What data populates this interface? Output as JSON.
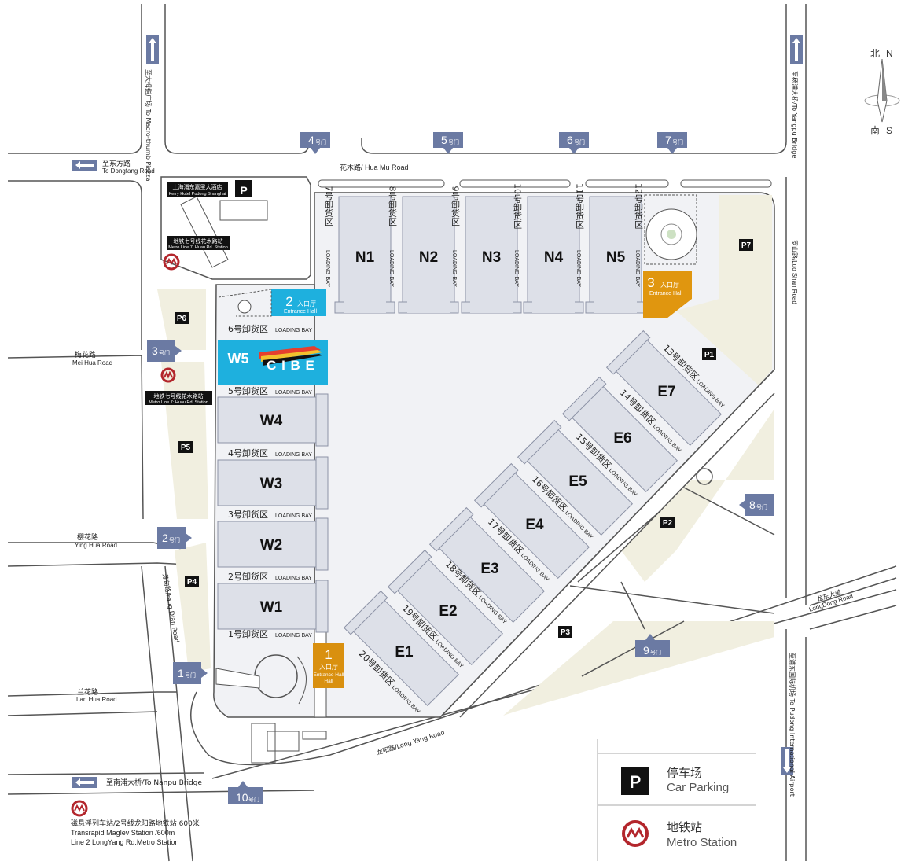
{
  "compass": {
    "north_cn": "北",
    "north_en": "N",
    "south_cn": "南",
    "south_en": "S"
  },
  "roads": {
    "hua_mu": "花木路/ Hua Mu Road",
    "luo_shan": "罗山路/Luo Shan Road",
    "mei_hua_cn": "梅花路",
    "mei_hua_en": "Mei Hua Road",
    "ying_hua_cn": "樱花路",
    "ying_hua_en": "Ying Hua Road",
    "lan_hua_cn": "兰花路",
    "lan_hua_en": "Lan Hua Road",
    "fang_dian": "芳甸路/Fang Dian Road",
    "long_yang": "龙阳路/Long Yang Road",
    "longdong_cn": "龙东大道",
    "longdong_en": "LongDong Road"
  },
  "directions": {
    "dongfang_cn": "至东方路",
    "dongfang_en": "To Dongfang Road",
    "nanpu": "至南浦大桥/To Nanpu Bridge",
    "macro": "至大拇指广场 To Macro-thumb Piazza",
    "yangpu": "至杨浦大桥/To Yangpu Bridge",
    "pudong_airport": "至浦东国际机场 To Pudong International Airport"
  },
  "hotel": {
    "cn": "上海浦东嘉里大酒店",
    "en": "Kerry Hotel Pudong Shanghai"
  },
  "metro_huamu": {
    "cn": "地铁七号线花木路站",
    "en": "Metro Line 7: Huau Rd. Station"
  },
  "metro_huamu2": {
    "cn": "地铁七号线花木路站",
    "en": "Metro Line 7: Huau Rd. Station"
  },
  "maglev": {
    "line1": "磁悬浮列车站/2号线龙阳路地铁站  600米",
    "line2": "Transrapid Maglev Station  /600m",
    "line3": "Line 2 LongYang Rd.Metro Station"
  },
  "gate_suffix": "号门",
  "gates": [
    "1",
    "2",
    "3",
    "4",
    "5",
    "6",
    "7",
    "8",
    "9",
    "10"
  ],
  "entrances": {
    "e1": {
      "num": "1",
      "cn": "入口厅",
      "en": "Entrance Hall",
      "color": "#d9900f"
    },
    "e2": {
      "num": "2",
      "cn": "入口厅",
      "en": "Entrance Hall",
      "color": "#1eb0de"
    },
    "e3": {
      "num": "3",
      "cn": "入口厅",
      "en": "Entrance Hall",
      "color": "#e0960f"
    }
  },
  "halls": {
    "north": [
      "N1",
      "N2",
      "N3",
      "N4",
      "N5"
    ],
    "west": [
      "W5",
      "W4",
      "W3",
      "W2",
      "W1"
    ],
    "east": [
      "E7",
      "E6",
      "E5",
      "E4",
      "E3",
      "E2",
      "E1"
    ]
  },
  "cibe": {
    "text": "C I B E",
    "hall": "W5",
    "color": "#1eb0de"
  },
  "loading_bay_en": "LOADING BAY",
  "north_bays": [
    "7号卸货区",
    "8号卸货区",
    "9号卸货区",
    "10号卸货区",
    "11号卸货区",
    "12号卸货区"
  ],
  "west_bays": [
    "6号卸货区",
    "5号卸货区",
    "4号卸货区",
    "3号卸货区",
    "2号卸货区",
    "1号卸货区"
  ],
  "east_bays": [
    "13号卸货区",
    "14号卸货区",
    "15号卸货区",
    "16号卸货区",
    "17号卸货区",
    "18号卸货区",
    "19号卸货区",
    "20号卸货区"
  ],
  "parkings": [
    "P1",
    "P2",
    "P3",
    "P4",
    "P5",
    "P6",
    "P7"
  ],
  "legend": {
    "parking_symbol": "P",
    "parking_cn": "停车场",
    "parking_en": "Car Parking",
    "metro_cn": "地铁站",
    "metro_en": "Metro Station"
  },
  "colors": {
    "gate": "#6b7aa3",
    "hall": "#dde0e8",
    "hall_stroke": "#8d93a6",
    "parking": "#f1efe0",
    "metro": "#b3262c",
    "road": "#555555"
  }
}
